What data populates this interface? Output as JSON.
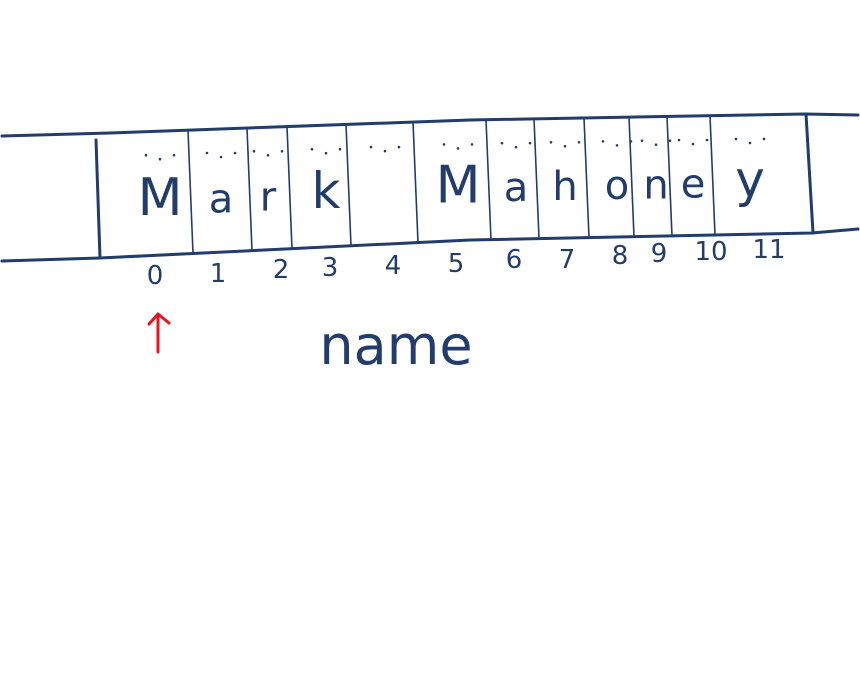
{
  "diagram": {
    "cells": [
      "M",
      "a",
      "r",
      "k",
      " ",
      "M",
      "a",
      "h",
      "o",
      "n",
      "e",
      "y"
    ],
    "indices": [
      "0",
      "1",
      "2",
      "3",
      "4",
      "5",
      "6",
      "7",
      "8",
      "9",
      "10",
      "11"
    ],
    "label": "name",
    "pointer_index": 0
  },
  "colors": {
    "ink": "#223c6b",
    "pointer": "#e8141c",
    "background": "#ffffff"
  }
}
